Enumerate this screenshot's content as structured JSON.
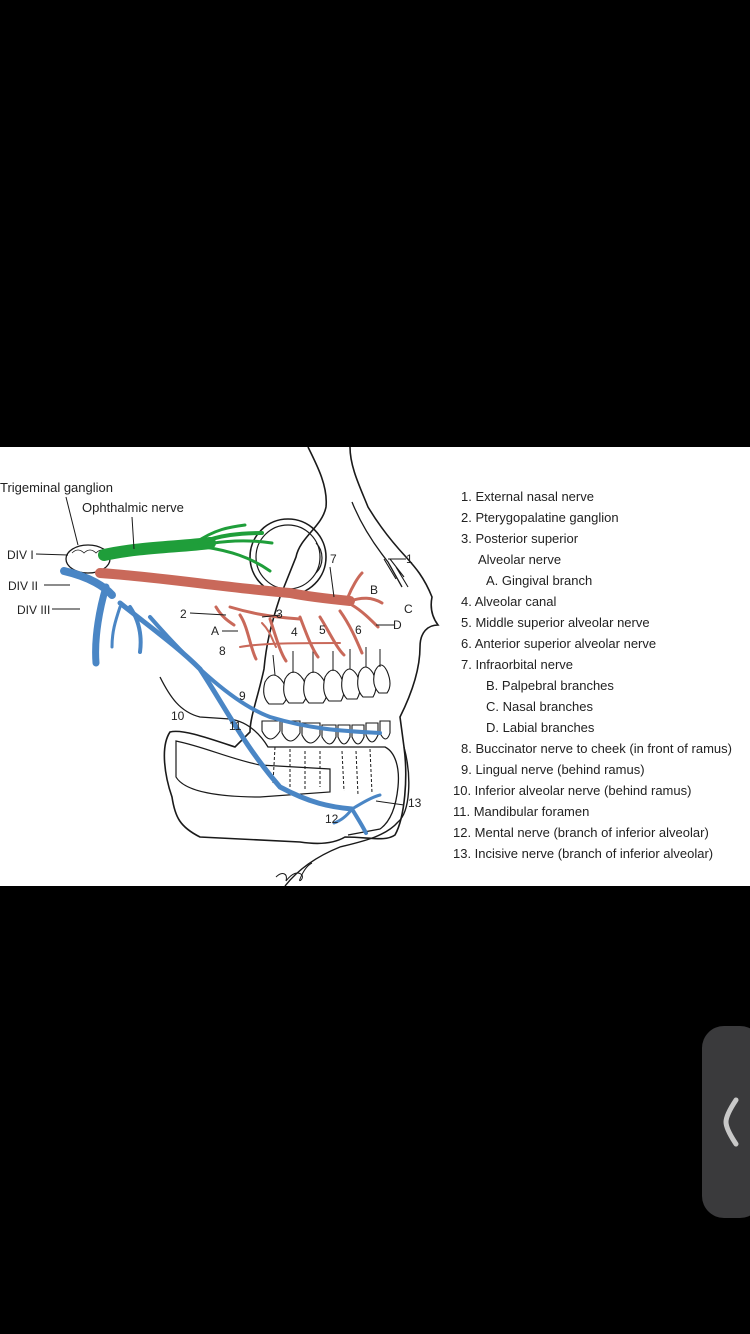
{
  "figure": {
    "labels": {
      "trigeminal_ganglion": "Trigeminal ganglion",
      "ophthalmic_nerve": "Ophthalmic nerve",
      "div1": "DIV I",
      "div2": "DIV II",
      "div3": "DIV III"
    },
    "markers": {
      "n1": "1",
      "n2": "2",
      "n3": "3",
      "n4": "4",
      "n5": "5",
      "n6": "6",
      "n7": "7",
      "n8": "8",
      "n9": "9",
      "n10": "10",
      "n11": "11",
      "n12": "12",
      "n13": "13",
      "a": "A",
      "b": "B",
      "c": "C",
      "d": "D"
    },
    "legend": [
      "1. External nasal nerve",
      "2. Pterygopalatine ganglion",
      "3. Posterior superior",
      "Alveolar nerve",
      "A.  Gingival branch",
      "4. Alveolar canal",
      "5. Middle superior alveolar nerve",
      "6. Anterior superior alveolar nerve",
      "7. Infraorbital nerve",
      "B. Palpebral branches",
      "C. Nasal branches",
      "D. Labial branches",
      "8. Buccinator nerve to cheek (in front of ramus)",
      "9. Lingual nerve (behind ramus)",
      "10. Inferior alveolar nerve (behind ramus)",
      "11. Mandibular foramen",
      "12. Mental nerve (branch of inferior alveolar)",
      "13. Incisive nerve (branch of inferior alveolar)"
    ],
    "colors": {
      "ophthalmic": "#1f9e3a",
      "maxillary": "#c9695a",
      "mandibular": "#4a86c5",
      "outline": "#1a1a1a"
    }
  },
  "side_tab": {
    "icon": "chevron-left-icon"
  }
}
